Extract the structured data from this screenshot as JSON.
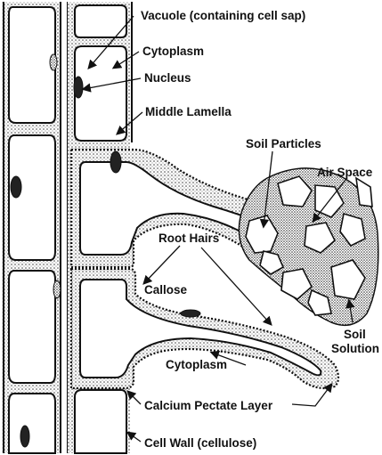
{
  "labels": {
    "vacuole": "Vacuole (containing cell sap)",
    "cytoplasm_top": "Cytoplasm",
    "nucleus": "Nucleus",
    "middle_lamella": "Middle Lamella",
    "soil_particles": "Soil Particles",
    "air_space": "Air Space",
    "root_hairs": "Root Hairs",
    "callose": "Callose",
    "soil": "Soil",
    "solution": "Solution",
    "cytoplasm_bottom": "Cytoplasm",
    "calcium_pectate": "Calcium Pectate Layer",
    "cell_wall": "Cell Wall (cellulose)"
  }
}
